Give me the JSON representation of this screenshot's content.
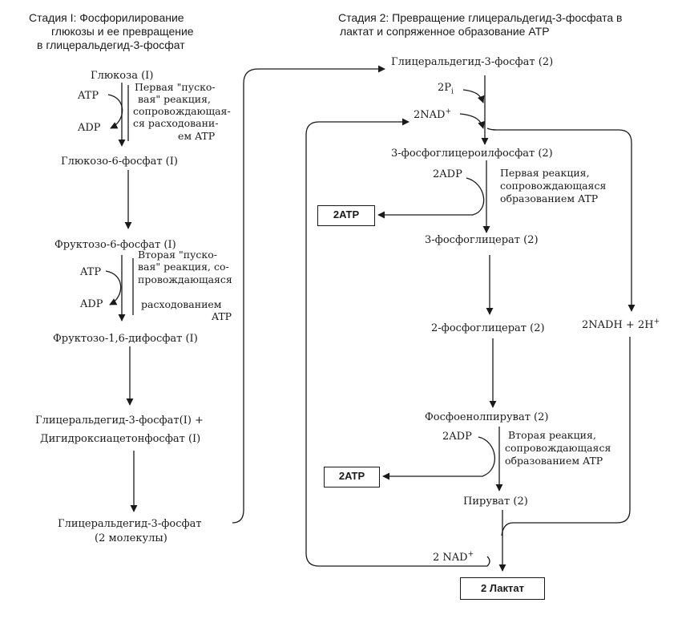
{
  "stage1": {
    "title": [
      "Стадия I: Фосфорилирование",
      "глюкозы и ее превращение",
      "в глицеральдегид-3-фосфат"
    ],
    "glucose": "Глюкоза (I)",
    "atp1": "ATP",
    "adp1": "ADP",
    "note1": [
      "Первая \"пуско-",
      "вая\" реакция,",
      "сопровождающая-",
      "ся расходовани-",
      "ем ATP"
    ],
    "g6p": "Глюкозо-6-фосфат (I)",
    "f6p": "Фруктозо-6-фосфат (I)",
    "atp2": "ATP",
    "adp2": "ADP",
    "note2": [
      "Вторая \"пуско-",
      "вая\" реакция, со-",
      "провождающаяся",
      "расходованием",
      "ATP"
    ],
    "f16bp": "Фруктозо-1,6-дифосфат (I)",
    "split": [
      "Глицеральдегид-3-фосфат(I) +",
      "Дигидроксиацетонфосфат (I)"
    ],
    "g3p2": [
      "Глицеральдегид-3-фосфат",
      "(2 молекулы)"
    ]
  },
  "stage2": {
    "title": [
      "Стадия 2: Превращение глицеральдегид-3-фосфата в",
      "лактат и сопряженное образование ATP"
    ],
    "g3p": "Глицеральдегид-3-фосфат (2)",
    "pi": "2P",
    "pi_sub": "i",
    "nad_in": "2NAD",
    "nad_in_sup": "+",
    "bpg": "3-фосфоглицероилфосфат (2)",
    "adp3": "2ADP",
    "note3": [
      "Первая реакция,",
      "сопровождающаяся",
      "образованием ATP"
    ],
    "atp_box1": "2ATP",
    "pg3": "3-фосфоглицерат (2)",
    "nadh": "2NADH + 2H",
    "nadh_sup": "+",
    "pg2": "2-фосфоглицерат (2)",
    "pep": "Фосфоенолпируват (2)",
    "adp4": "2ADP",
    "note4": [
      "Вторая реакция,",
      "сопровождающаяся",
      "образованием ATP"
    ],
    "atp_box2": "2ATP",
    "pyruvate": "Пируват (2)",
    "nad_out": "2 NAD",
    "nad_out_sup": "+",
    "lactate": "2 Лактат"
  }
}
